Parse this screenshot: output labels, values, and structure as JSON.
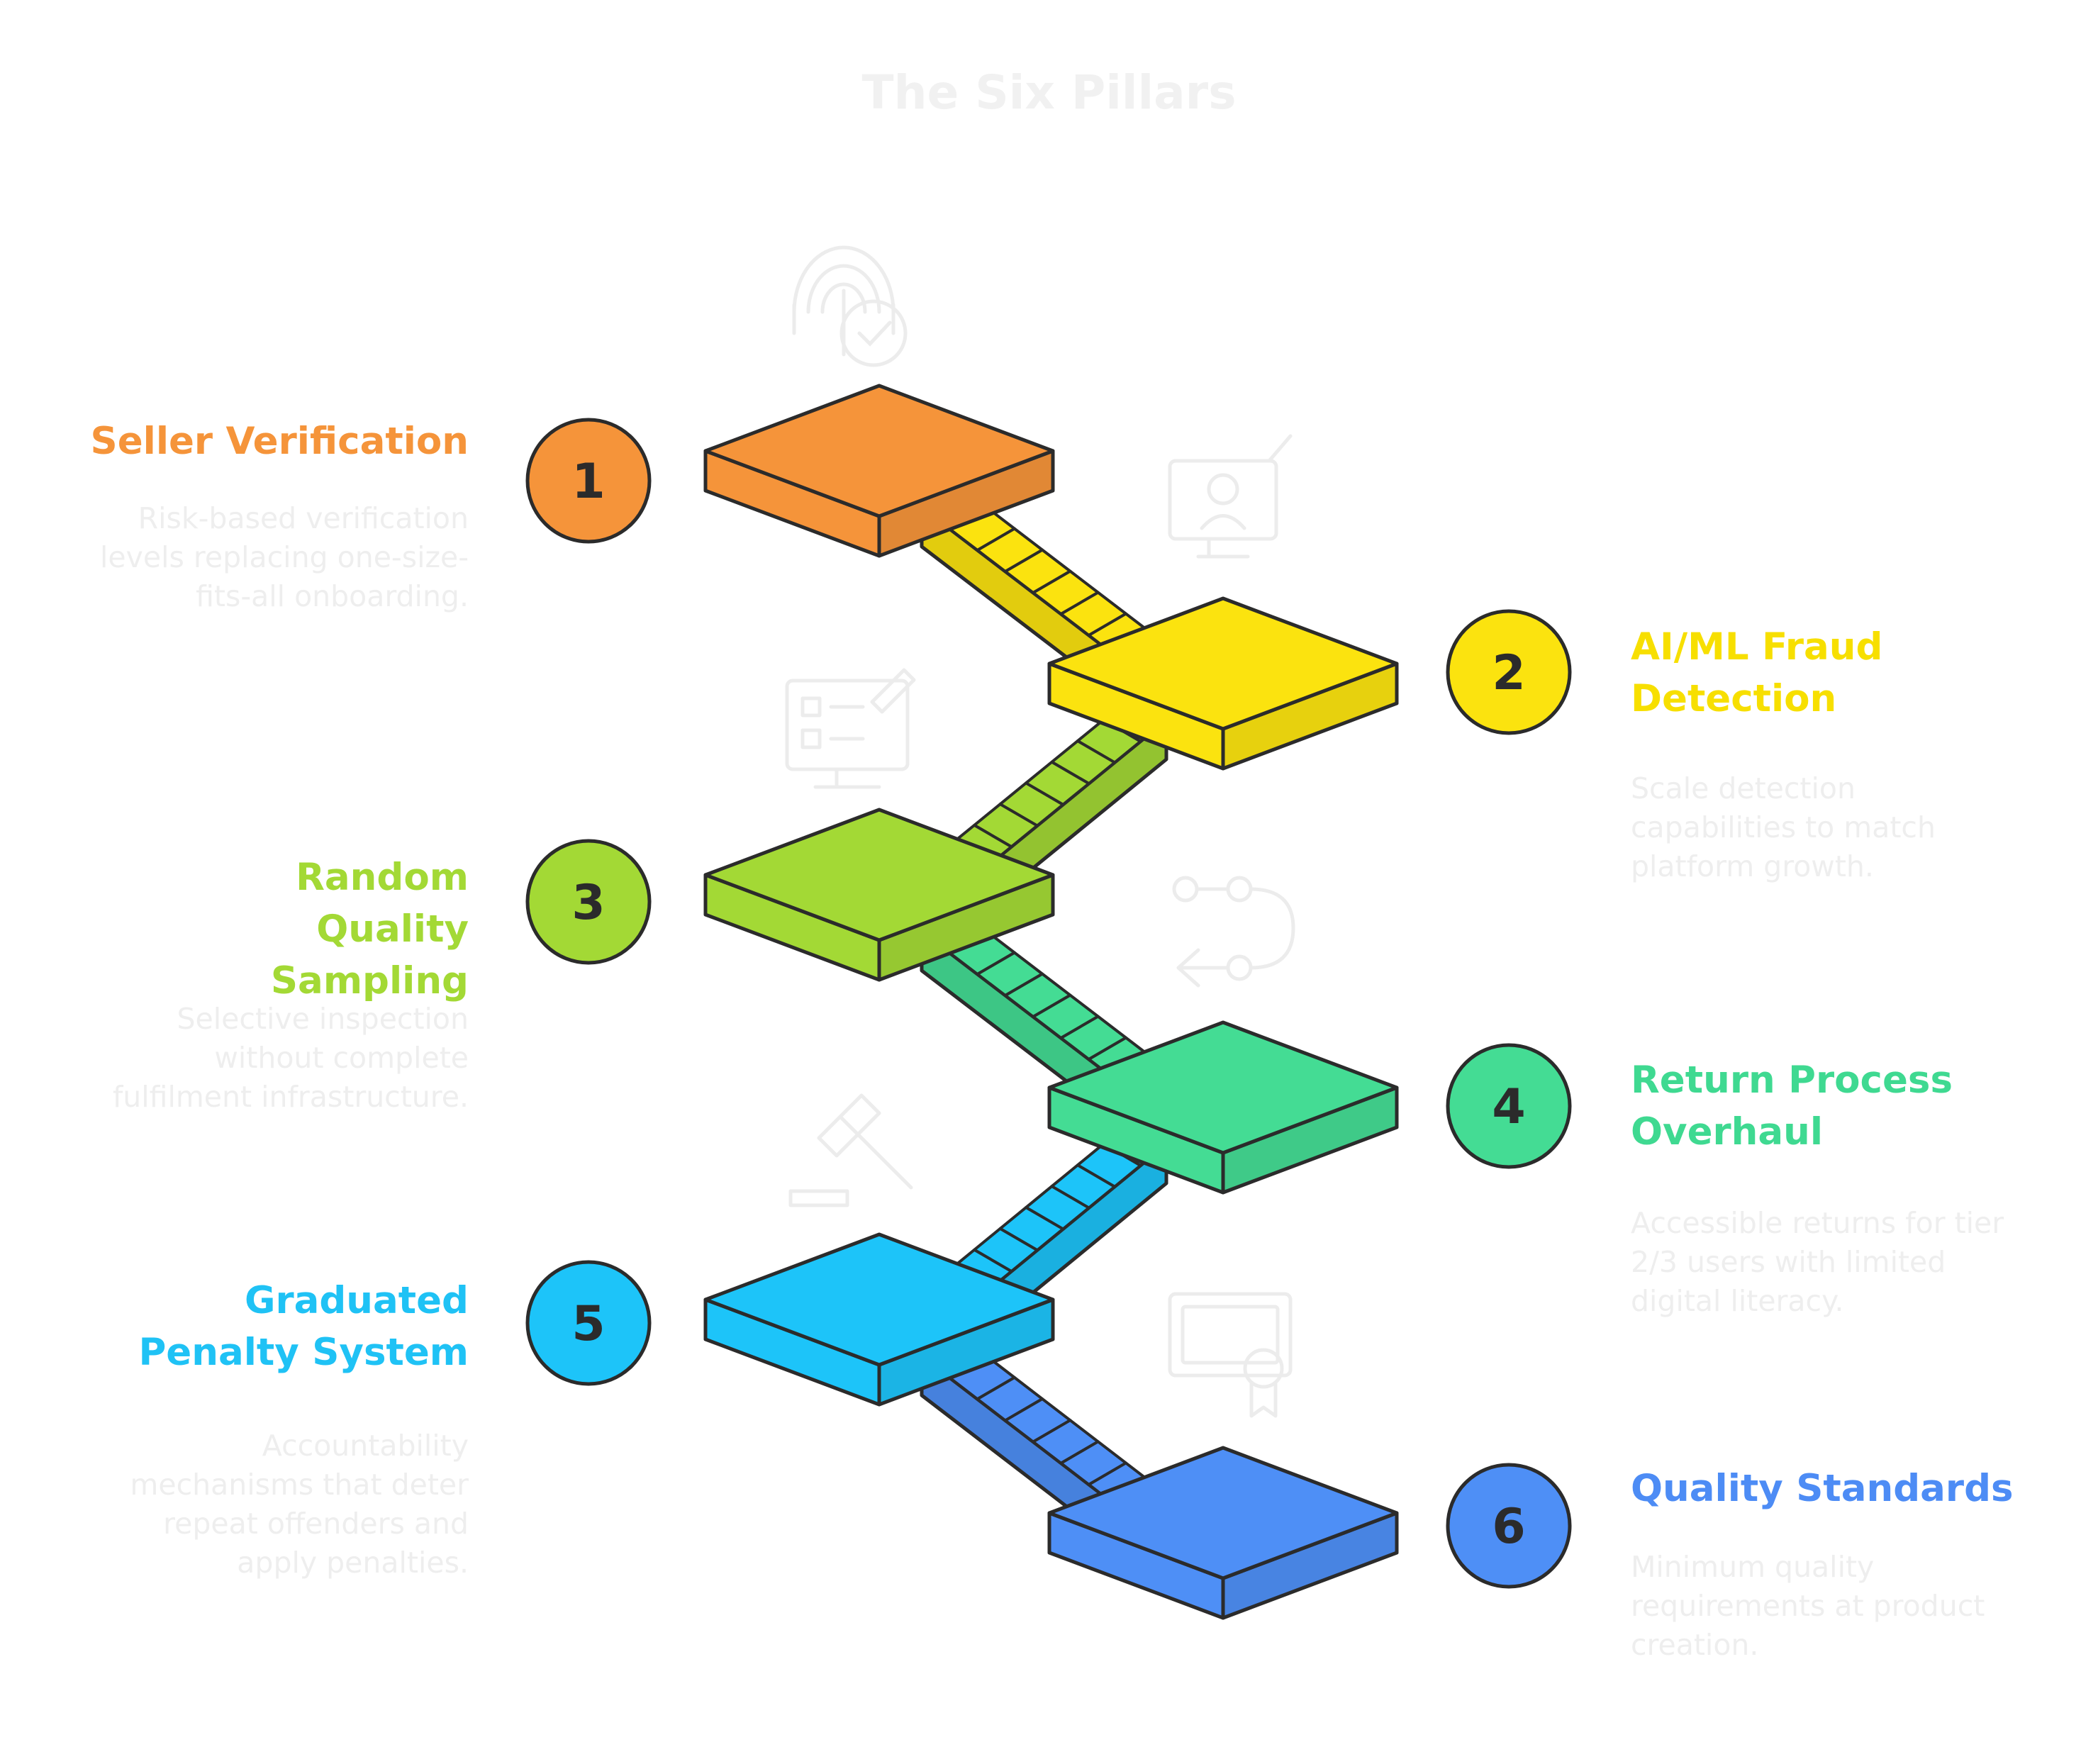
{
  "title": "The Six Pillars",
  "pillars": [
    {
      "number": "1",
      "label": "Seller Verification",
      "description": "Risk-based verification levels replacing one-size-fits-all onboarding.",
      "color": "#f5943a",
      "icon": "fingerprint-check-icon"
    },
    {
      "number": "2",
      "label": "AI/ML Fraud Detection",
      "description": "Scale detection capabilities to match platform growth.",
      "color": "#fbe30f",
      "icon": "monitor-user-stylus-icon"
    },
    {
      "number": "3",
      "label": "Random Quality Sampling",
      "description": "Selective inspection without complete fulfilment infrastructure.",
      "color": "#a3d935",
      "icon": "monitor-checklist-pencil-icon"
    },
    {
      "number": "4",
      "label": "Return Process Overhaul",
      "description": "Accessible returns for tier 2/3 users with limited digital literacy.",
      "color": "#44dc94",
      "icon": "return-loop-arrow-icon"
    },
    {
      "number": "5",
      "label": "Graduated Penalty System",
      "description": "Accountability mechanisms that deter repeat offenders and apply penalties.",
      "color": "#1dc4f9",
      "icon": "gavel-icon"
    },
    {
      "number": "6",
      "label": "Quality Standards",
      "description": "Minimum quality requirements at product creation.",
      "color": "#4e8ff6",
      "icon": "certificate-badge-icon"
    }
  ]
}
